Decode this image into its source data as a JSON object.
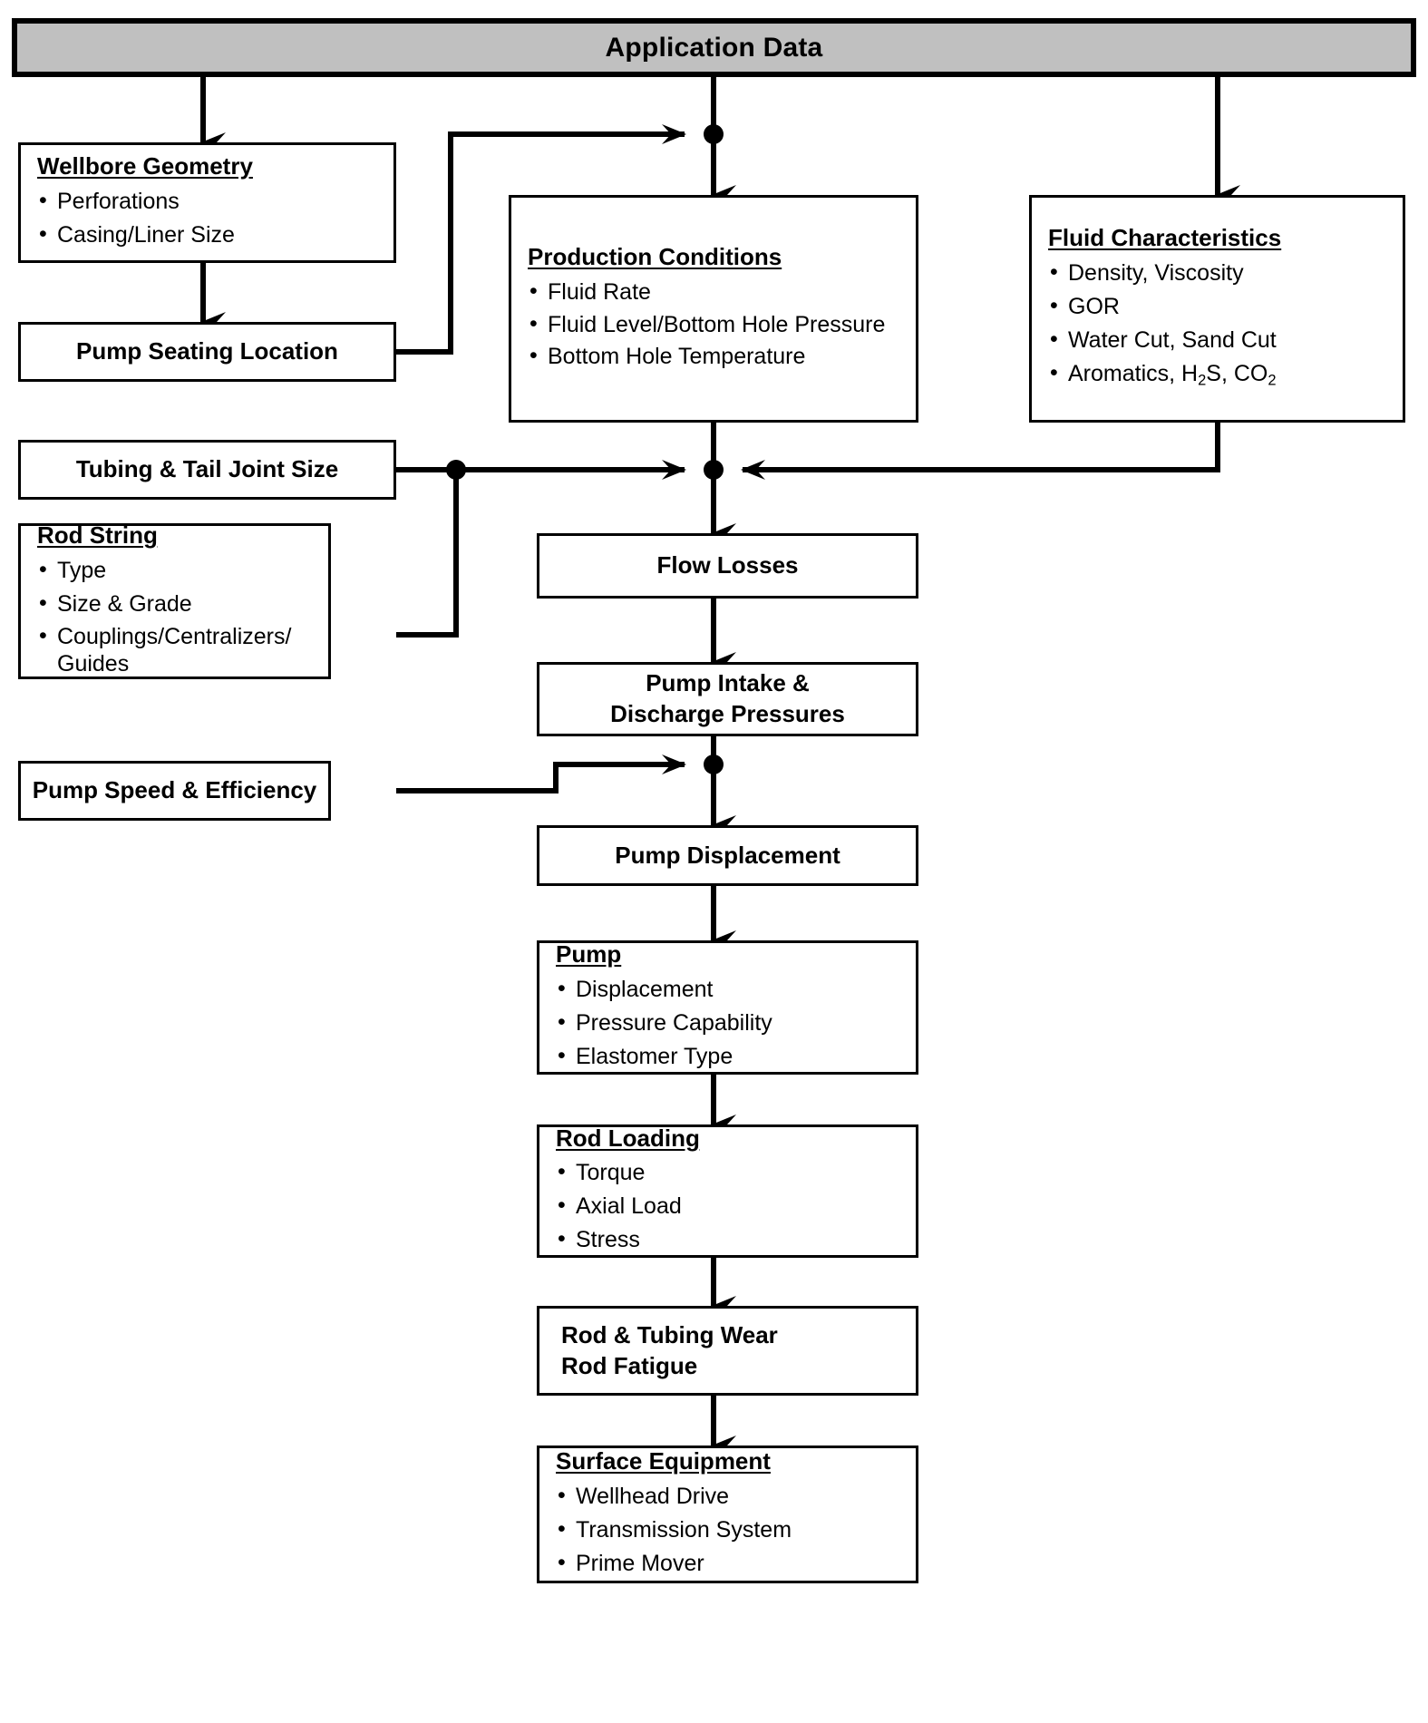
{
  "diagram": {
    "title": "Application Data",
    "type": "flowchart",
    "fill_header": "#c0c0c0",
    "stroke": "#000000",
    "background": "#ffffff"
  },
  "nodes": {
    "application_data": {
      "label": "Application Data"
    },
    "wellbore_geometry": {
      "title": "Wellbore Geometry",
      "items": [
        "Perforations",
        "Casing/Liner Size"
      ]
    },
    "pump_seating_location": {
      "label": "Pump Seating Location"
    },
    "tubing_tail_joint": {
      "label": "Tubing & Tail Joint Size"
    },
    "rod_string": {
      "title": "Rod String",
      "items": [
        "Type",
        "Size & Grade",
        "Couplings/Centralizers/ Guides"
      ]
    },
    "pump_speed_efficiency": {
      "label": "Pump Speed & Efficiency"
    },
    "production_conditions": {
      "title": "Production Conditions",
      "items": [
        "Fluid Rate",
        "Fluid Level/Bottom Hole Pressure",
        "Bottom Hole Temperature"
      ]
    },
    "fluid_characteristics": {
      "title": "Fluid Characteristics",
      "items": [
        "Density, Viscosity",
        "GOR",
        "Water Cut, Sand Cut"
      ],
      "item_aromatics_pre": "Aromatics, H",
      "item_aromatics_sub1": "2",
      "item_aromatics_mid": "S, CO",
      "item_aromatics_sub2": "2"
    },
    "flow_losses": {
      "label": "Flow Losses"
    },
    "pump_pressures": {
      "line1": "Pump Intake &",
      "line2": "Discharge Pressures"
    },
    "pump_displacement": {
      "label": "Pump Displacement"
    },
    "pump": {
      "title": "Pump",
      "items": [
        "Displacement",
        "Pressure Capability",
        "Elastomer Type"
      ]
    },
    "rod_loading": {
      "title": "Rod Loading",
      "items": [
        "Torque",
        "Axial Load",
        "Stress"
      ]
    },
    "rod_tubing_wear": {
      "line1": "Rod & Tubing Wear",
      "line2": "Rod Fatigue"
    },
    "surface_equipment": {
      "title": "Surface Equipment",
      "items": [
        "Wellhead Drive",
        "Transmission System",
        "Prime Mover"
      ]
    }
  },
  "edges": [
    {
      "from": "application_data",
      "to": "wellbore_geometry"
    },
    {
      "from": "application_data",
      "to": "production_conditions"
    },
    {
      "from": "application_data",
      "to": "fluid_characteristics"
    },
    {
      "from": "wellbore_geometry",
      "to": "pump_seating_location"
    },
    {
      "from": "pump_seating_location",
      "to": "production_conditions"
    },
    {
      "from": "production_conditions",
      "to": "flow_losses"
    },
    {
      "from": "fluid_characteristics",
      "to": "flow_losses"
    },
    {
      "from": "tubing_tail_joint",
      "to": "flow_losses"
    },
    {
      "from": "rod_string",
      "to": "flow_losses"
    },
    {
      "from": "flow_losses",
      "to": "pump_pressures"
    },
    {
      "from": "pump_pressures",
      "to": "pump_displacement"
    },
    {
      "from": "pump_speed_efficiency",
      "to": "pump_displacement"
    },
    {
      "from": "pump_displacement",
      "to": "pump"
    },
    {
      "from": "pump",
      "to": "rod_loading"
    },
    {
      "from": "rod_loading",
      "to": "rod_tubing_wear"
    },
    {
      "from": "rod_tubing_wear",
      "to": "surface_equipment"
    }
  ]
}
